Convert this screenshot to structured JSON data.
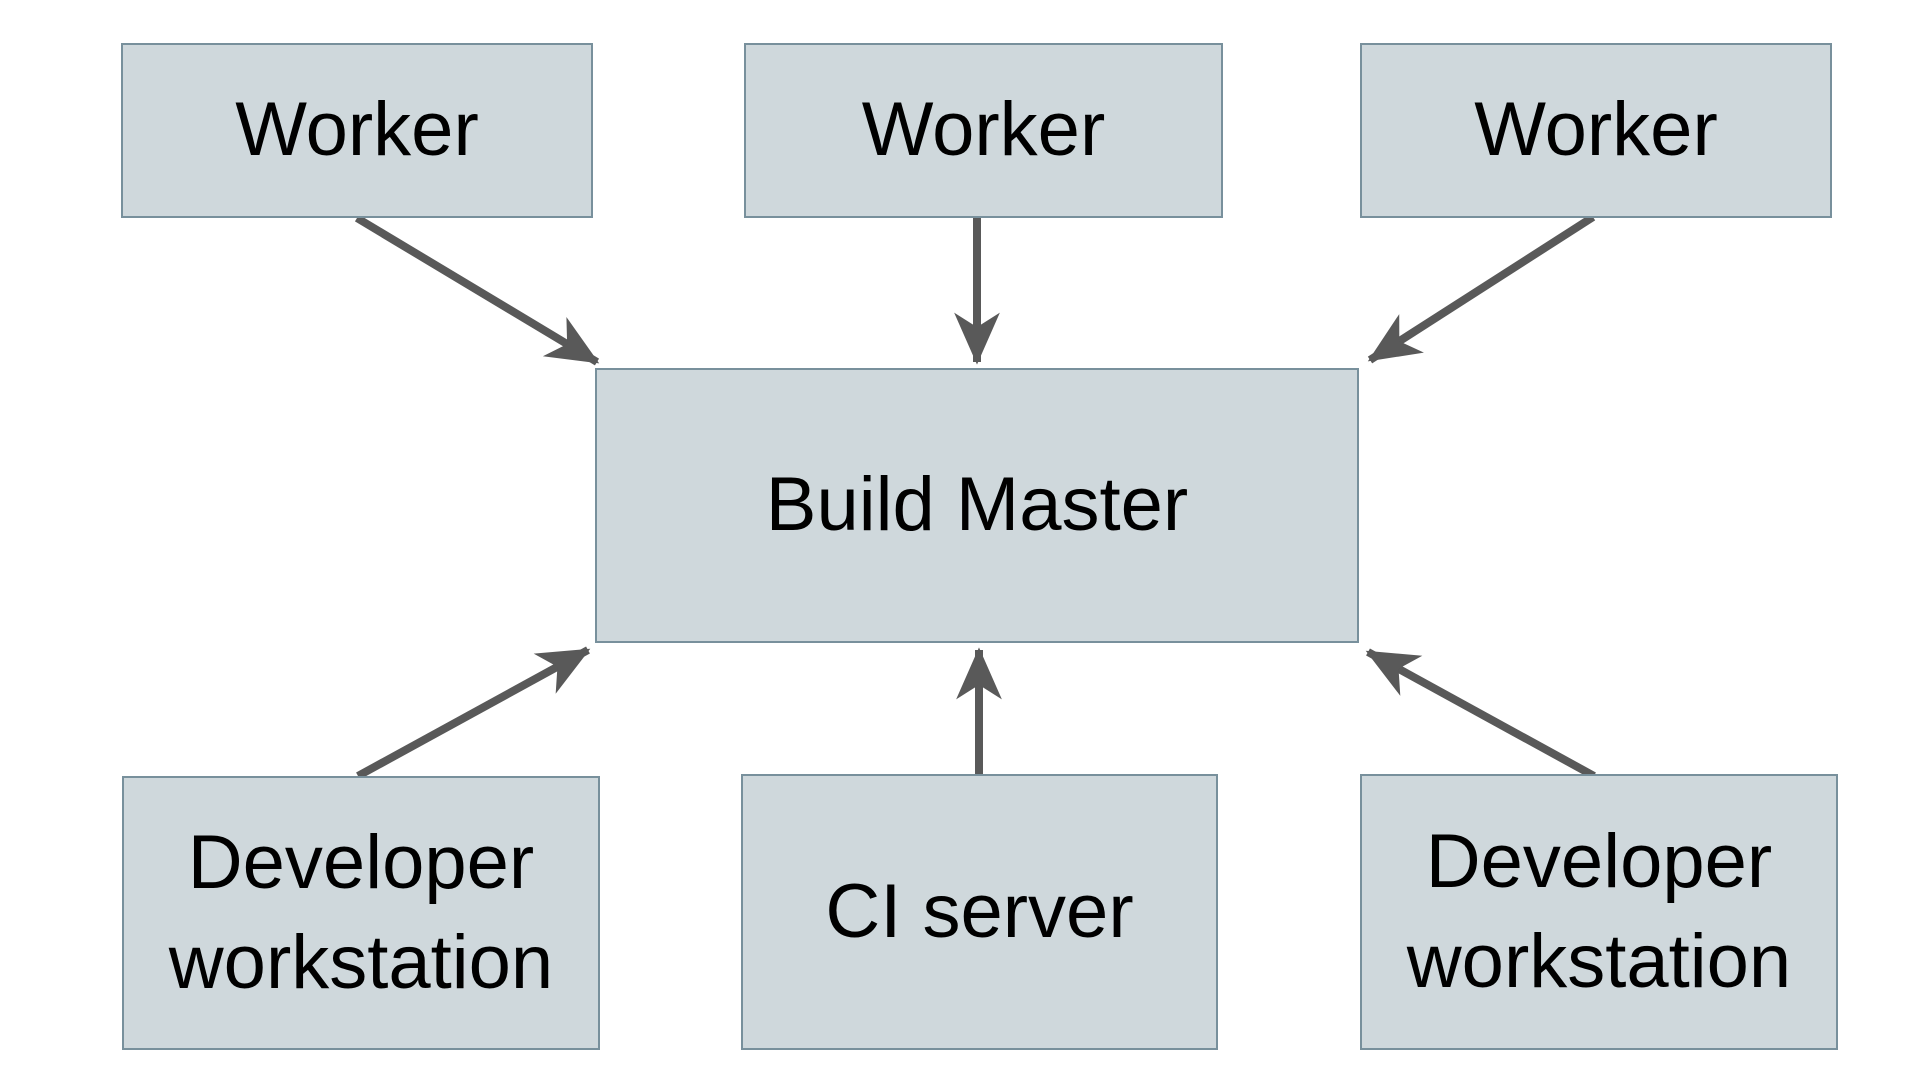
{
  "diagram": {
    "nodes": [
      {
        "id": "worker-1",
        "label": "Worker"
      },
      {
        "id": "worker-2",
        "label": "Worker"
      },
      {
        "id": "worker-3",
        "label": "Worker"
      },
      {
        "id": "build-master",
        "label": "Build Master"
      },
      {
        "id": "developer-workstation-1",
        "label": "Developer workstation"
      },
      {
        "id": "ci-server",
        "label": "CI server"
      },
      {
        "id": "developer-workstation-2",
        "label": "Developer workstation"
      }
    ],
    "edges": [
      {
        "from": "worker-1",
        "to": "build-master",
        "direction": "down-right"
      },
      {
        "from": "worker-2",
        "to": "build-master",
        "direction": "down"
      },
      {
        "from": "worker-3",
        "to": "build-master",
        "direction": "down-left"
      },
      {
        "from": "developer-workstation-1",
        "to": "build-master",
        "direction": "up-right"
      },
      {
        "from": "ci-server",
        "to": "build-master",
        "direction": "up"
      },
      {
        "from": "developer-workstation-2",
        "to": "build-master",
        "direction": "up-left"
      }
    ],
    "colors": {
      "node_fill": "#cfd8dc",
      "node_border": "#78909c",
      "arrow": "#595959",
      "text": "#000000",
      "background": "#ffffff"
    }
  }
}
